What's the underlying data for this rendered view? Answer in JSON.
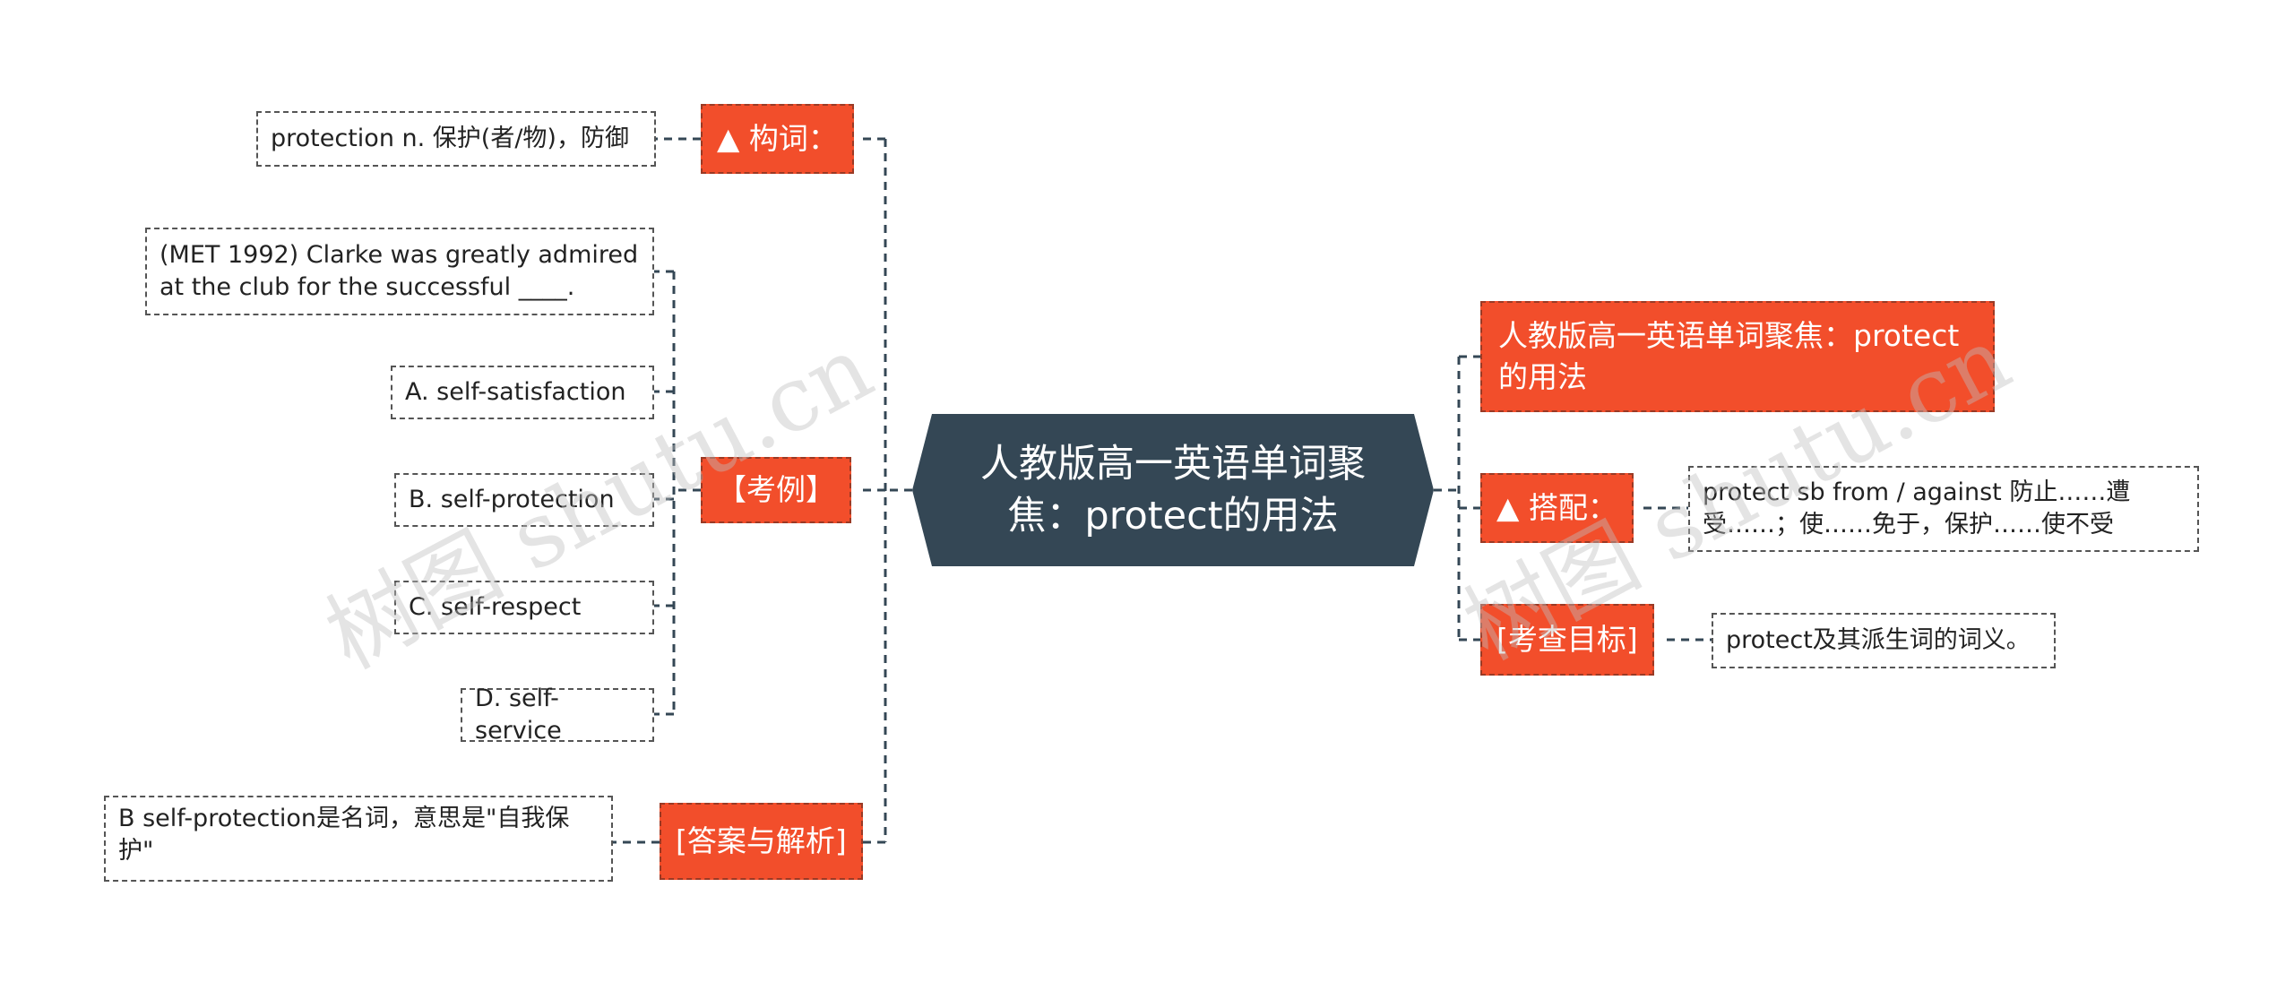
{
  "root": {
    "title": "人教版高一英语单词聚焦：protect的用法"
  },
  "left": {
    "construction": {
      "label": "▲ 构词：",
      "detail": "protection  n. 保护(者/物)，防御"
    },
    "example": {
      "label": "【考例】",
      "question": "(MET 1992) Clarke was greatly admired at the club for the successful ____.",
      "options": [
        "A. self-satisfaction",
        "B. self-protection",
        "C. self-respect",
        "D. self-service"
      ]
    },
    "answer": {
      "label": "[答案与解析]",
      "detail": "B  self-protection是名词，意思是\"自我保护\""
    }
  },
  "right": {
    "title_branch": {
      "label": "人教版高一英语单词聚焦：protect的用法"
    },
    "collocation": {
      "label": "▲ 搭配：",
      "detail": "protect sb from / against 防止……遭受……；使……免于，保护……使不受"
    },
    "target": {
      "label": "[考查目标]",
      "detail": "protect及其派生词的词义。"
    }
  },
  "watermark": {
    "text": "树图 shutu.cn"
  },
  "colors": {
    "root_bg": "#344755",
    "branch_bg": "#f24e2b",
    "connector": "#344755"
  }
}
